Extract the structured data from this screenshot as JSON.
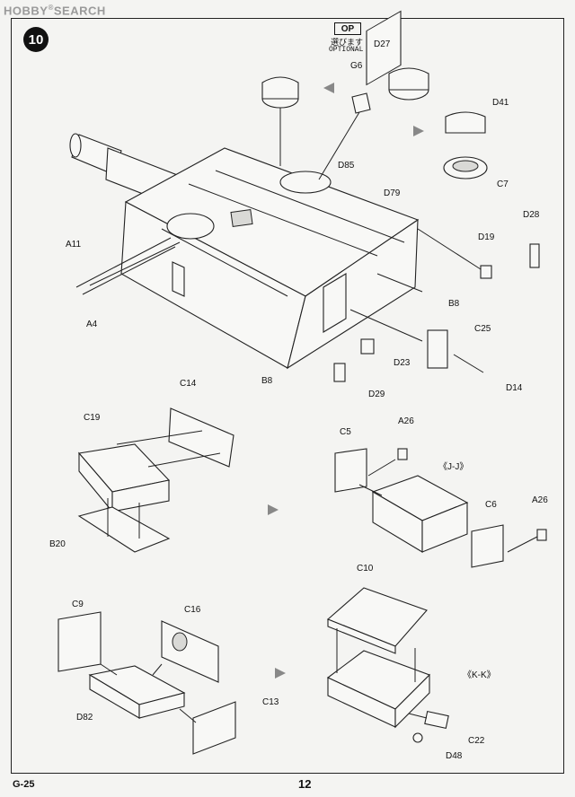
{
  "watermark": {
    "brand": "HOBBY",
    "brand_suffix": "SEARCH"
  },
  "step": {
    "number": "10"
  },
  "optional": {
    "box": "OP",
    "japanese": "選びます",
    "english": "OPTIONAL"
  },
  "labels": {
    "D27": "D27",
    "G6": "G6",
    "D41": "D41",
    "C7": "C7",
    "D85": "D85",
    "D79": "D79",
    "D28": "D28",
    "D19": "D19",
    "A11": "A11",
    "A4": "A4",
    "B8_right": "B8",
    "C25": "C25",
    "D23": "D23",
    "B8_left": "B8",
    "D14": "D14",
    "D29": "D29",
    "C14": "C14",
    "C19": "C19",
    "B20": "B20",
    "C5": "C5",
    "A26_top": "A26",
    "JJ": "《J-J》",
    "C6": "C6",
    "A26_bottom": "A26",
    "C10": "C10",
    "C9": "C9",
    "C16": "C16",
    "KK": "《K-K》",
    "D82": "D82",
    "C13": "C13",
    "C22": "C22",
    "D48": "D48"
  },
  "footer": {
    "code": "G-25",
    "page": "12"
  }
}
